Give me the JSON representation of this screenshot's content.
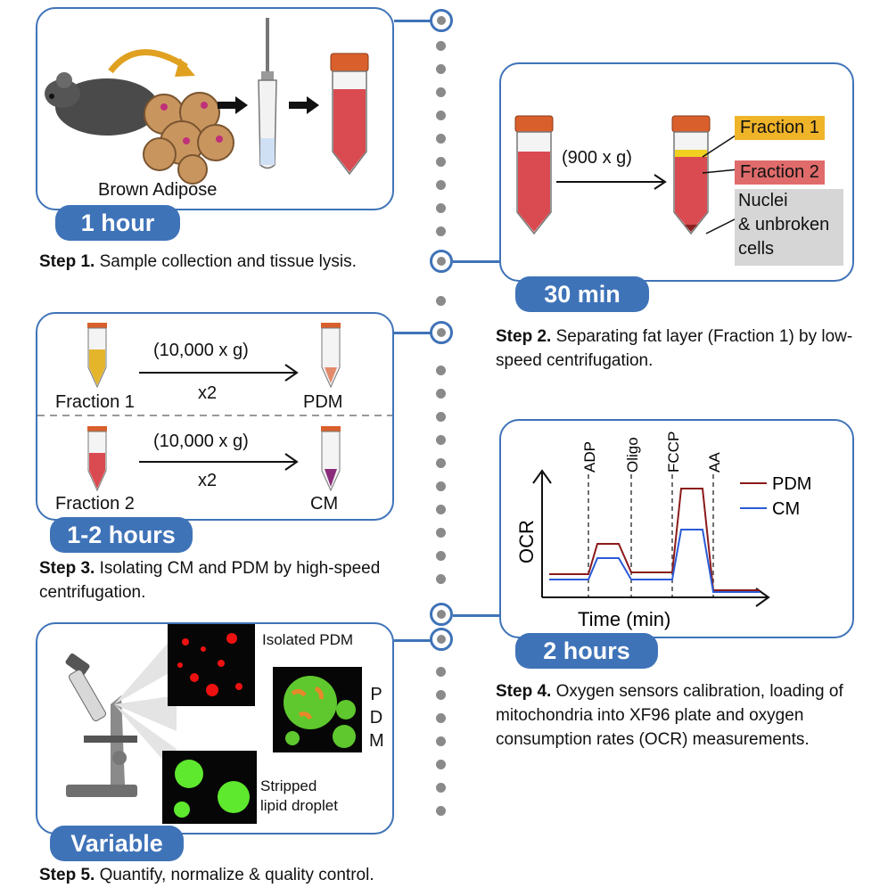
{
  "step1": {
    "tissue_label": "Brown Adipose",
    "time": "1 hour",
    "title": "Step 1.",
    "desc": " Sample collection and tissue lysis."
  },
  "step2": {
    "force": "(900 x g)",
    "fraction1": "Fraction 1",
    "fraction2": "Fraction 2",
    "nuclei_l1": "Nuclei",
    "nuclei_l2": "& unbroken",
    "nuclei_l3": "cells",
    "time": "30 min",
    "title": "Step 2.",
    "desc": " Separating fat layer (Fraction 1) by low-speed centrifugation."
  },
  "step3": {
    "force_top": "(10,000 x g)",
    "repeat_top": "x2",
    "from_top": "Fraction 1",
    "to_top": "PDM",
    "force_bottom": "(10,000 x g)",
    "repeat_bottom": "x2",
    "from_bottom": "Fraction 2",
    "to_bottom": "CM",
    "time": "1-2 hours",
    "title": "Step 3.",
    "desc": " Isolating CM and PDM by high-speed centrifugation."
  },
  "step4": {
    "markers": [
      "ADP",
      "Oligo",
      "FCCP",
      "AA"
    ],
    "ylabel": "OCR",
    "xlabel": "Time (min)",
    "legend": [
      "PDM",
      "CM"
    ],
    "time": "2 hours",
    "title": "Step 4.",
    "desc": " Oxygen sensors calibration, loading of mitochondria into XF96 plate and oxygen consumption rates (OCR) measurements."
  },
  "step5": {
    "img1_label": "Isolated PDM",
    "img2_label_chars": [
      "P",
      "D",
      "M"
    ],
    "img3_l1": "Stripped",
    "img3_l2": "lipid droplet",
    "time": "Variable",
    "title": "Step 5.",
    "desc": " Quantify, normalize & quality control."
  },
  "colors": {
    "accent": "#3f73b8",
    "pdm": "#8b1a1a",
    "cm": "#2a5bd7",
    "fraction1_bg": "#f0b429",
    "fraction2_bg": "#e06b6b",
    "nuclei_bg": "#d6d6d6"
  }
}
